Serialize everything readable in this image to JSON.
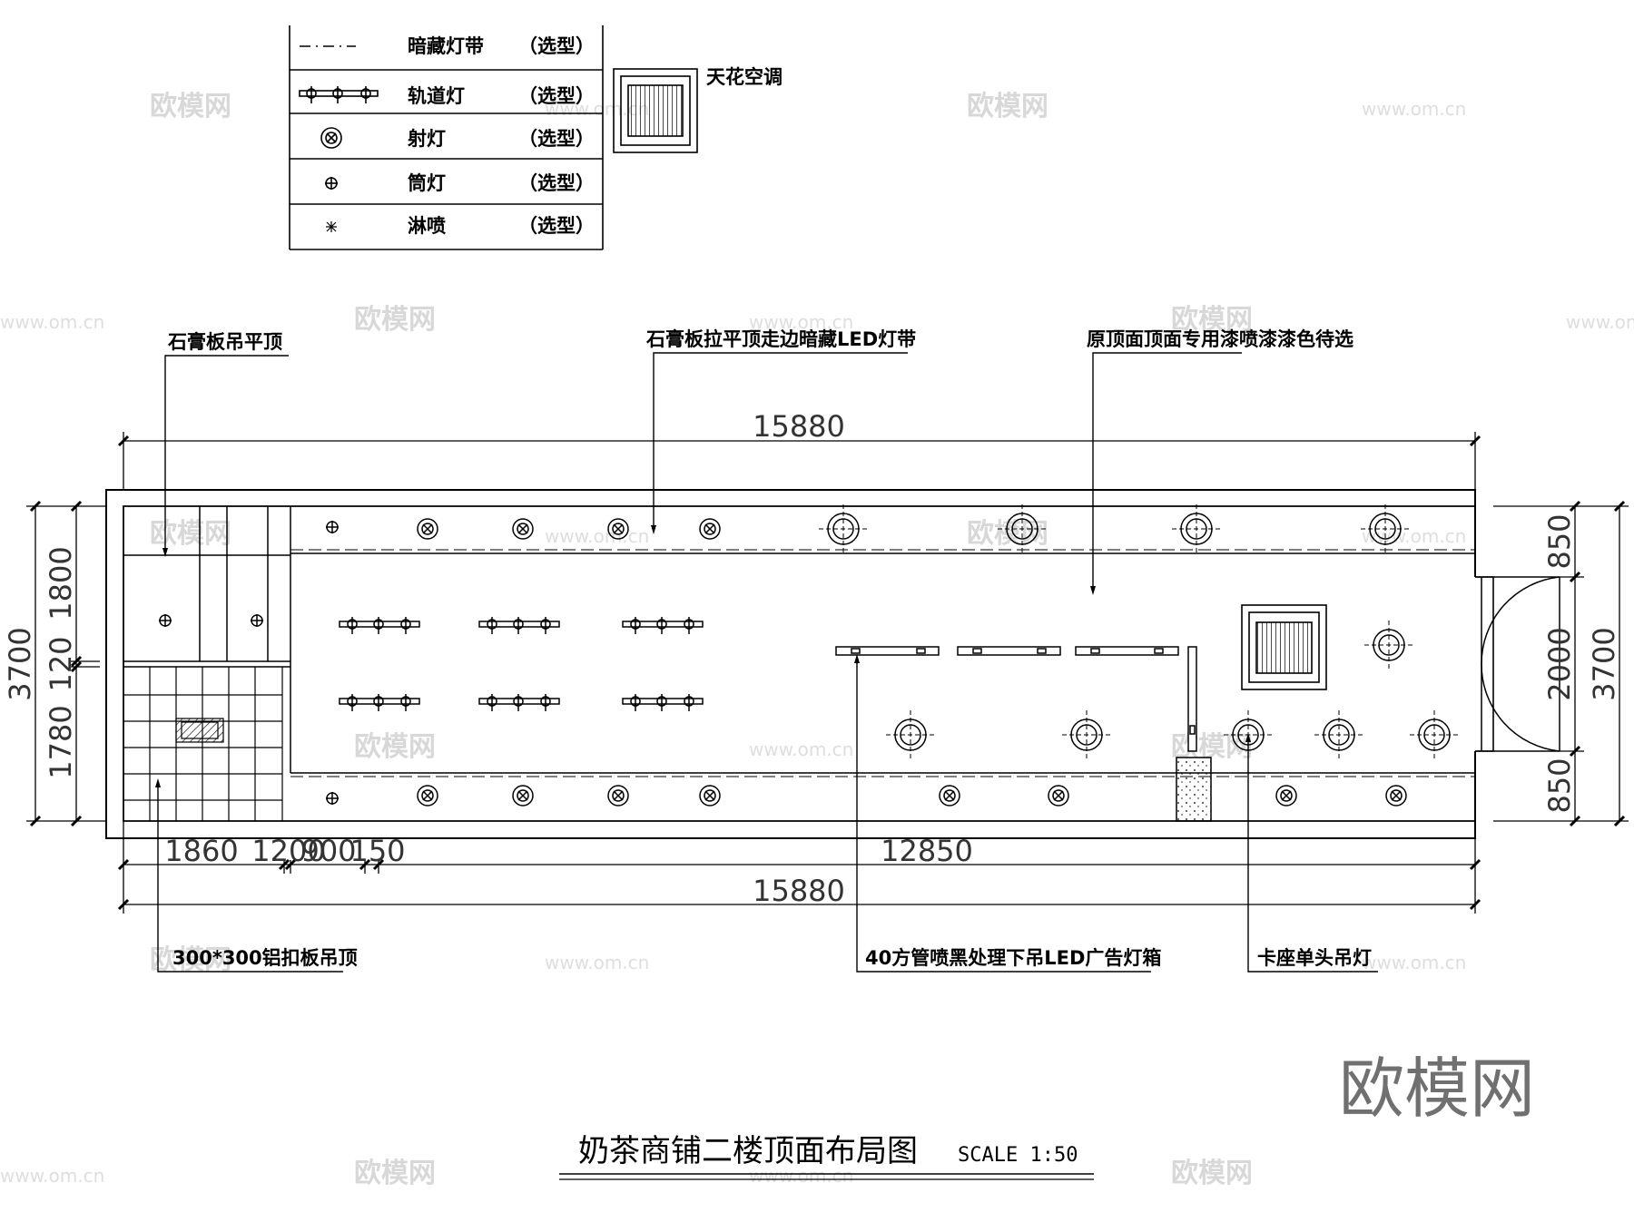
{
  "legend": {
    "items": [
      {
        "name": "暗藏灯带",
        "note": "（选型）",
        "symbol": "hidden-led-strip"
      },
      {
        "name": "轨道灯",
        "note": "（选型）",
        "symbol": "track-light"
      },
      {
        "name": "射灯",
        "note": "（选型）",
        "symbol": "spotlight"
      },
      {
        "name": "筒灯",
        "note": "（选型）",
        "symbol": "downlight"
      },
      {
        "name": "淋喷",
        "note": "（选型）",
        "symbol": "sprinkler"
      }
    ],
    "ac_label": "天花空调"
  },
  "annotations": {
    "gypsum_flat_ceiling": "石膏板吊平顶",
    "gypsum_led_strip": "石膏板拉平顶走边暗藏LED灯带",
    "original_ceiling_paint": "原顶面顶面专用漆喷漆漆色待选",
    "aluminum_ceiling": "300*300铝扣板吊顶",
    "led_lightbox": "40方管喷黑处理下吊LED广告灯箱",
    "booth_pendant": "卡座单头吊灯"
  },
  "dimensions": {
    "top_total": "15880",
    "bottom_total": "15880",
    "bottom_parts": [
      "1860",
      "1200",
      "900",
      "150",
      "12850"
    ],
    "left_total": "3700",
    "left_parts": [
      "1780",
      "120",
      "1800"
    ],
    "right_total": "3700",
    "right_parts": [
      "850",
      "2000",
      "850"
    ]
  },
  "title": {
    "text": "奶茶商铺二楼顶面布局图",
    "scale": "SCALE 1:50"
  },
  "watermark": {
    "brand": "欧模网",
    "site": "www.om.cn"
  }
}
